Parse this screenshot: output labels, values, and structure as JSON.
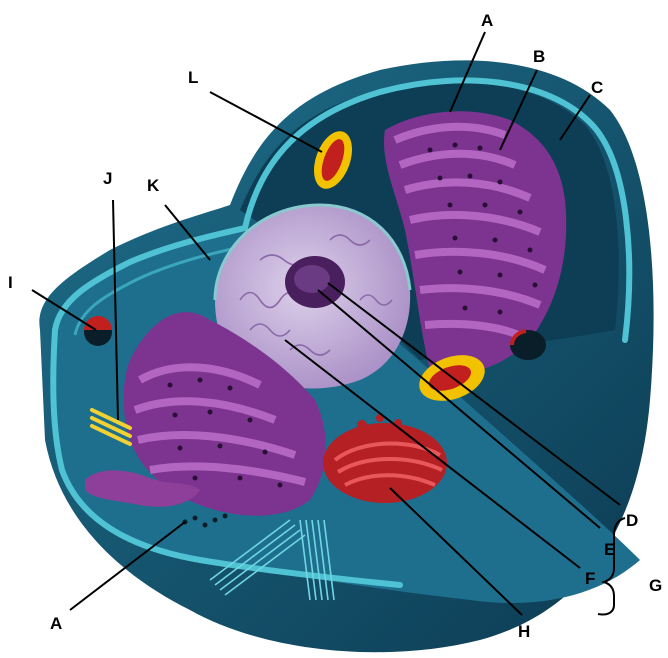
{
  "colors": {
    "background": "#ffffff",
    "cell_membrane": "#4fc3d3",
    "cytoplasm_dark": "#0f3f55",
    "cytoplasm_mid": "#1b6a86",
    "rough_er": "#8e3f9a",
    "nucleus": "#c6b2d8",
    "nucleolus": "#4a1f5e",
    "mitochondria_outer": "#f2c200",
    "mitochondria_inner": "#c21f1f",
    "golgi": "#c0262a",
    "centrioles": "#f2d233",
    "cytoskeleton": "#6fd6e2",
    "leader_line": "#000000"
  },
  "labels": {
    "a_top": "A",
    "b": "B",
    "c": "C",
    "l": "L",
    "j": "J",
    "k": "K",
    "i": "I",
    "d": "D",
    "e": "E",
    "g": "G",
    "f": "F",
    "h": "H",
    "a_bottom": "A"
  }
}
